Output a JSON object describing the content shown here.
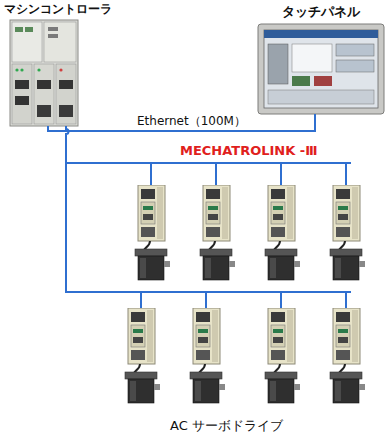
{
  "diagram": {
    "nodes": [
      {
        "text": [
          "マシンコントローラ"
        ]
      },
      {
        "text": [
          "タッチパネル"
        ]
      }
    ],
    "edges": [
      {
        "from": 0,
        "to": 1,
        "arrow": "none",
        "label": "Ethernet（100M）"
      }
    ],
    "labels": [
      "MECHATROLINK -Ⅲ",
      "AC サーボドライブ"
    ]
  }
}
